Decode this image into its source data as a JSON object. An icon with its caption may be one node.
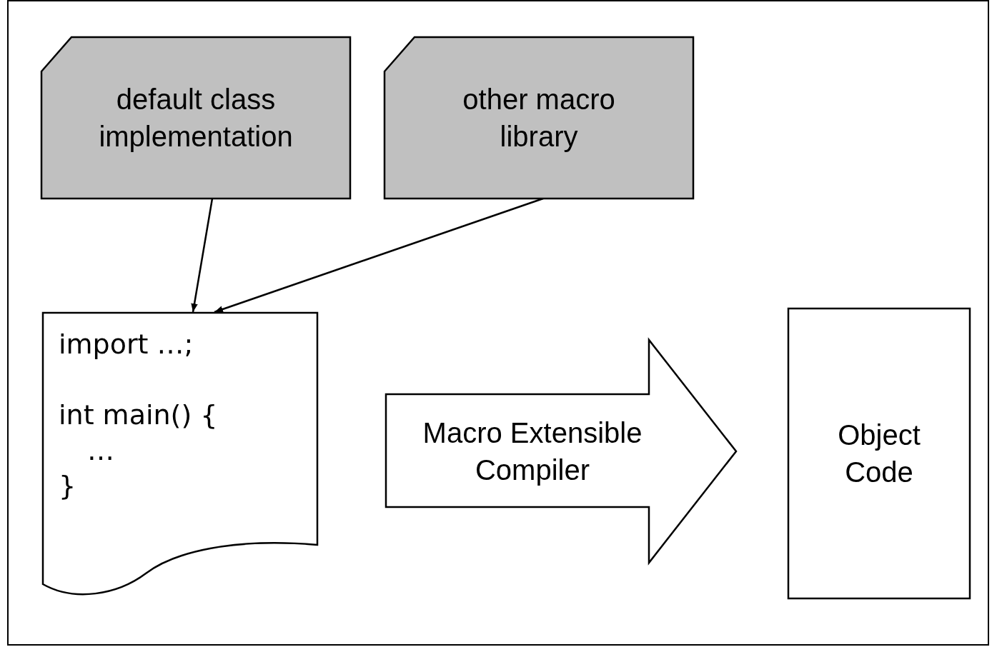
{
  "diagram": {
    "nodes": [
      {
        "text": [
          "default class implementation"
        ]
      },
      {
        "text": [
          "other macro library"
        ]
      },
      {
        "text": [
          "import …;",
          "int main() {",
          "…",
          "}"
        ]
      },
      {
        "text": [
          "Macro Extensible Compiler"
        ]
      },
      {
        "text": [
          "Object Code"
        ]
      }
    ],
    "edges": [
      {
        "from": 0,
        "to": 2,
        "arrow": "to"
      },
      {
        "from": 1,
        "to": 2,
        "arrow": "to"
      }
    ]
  }
}
